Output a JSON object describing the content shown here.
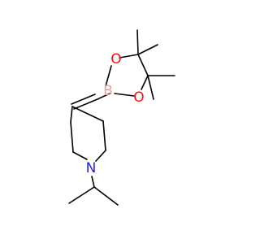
{
  "molecule": {
    "atoms": {
      "boron": "B",
      "oxygen_top": "O",
      "oxygen_bottom": "O",
      "nitrogen": "N"
    },
    "colors": {
      "boron": "#e8a0a0",
      "oxygen": "#ff0d0d",
      "nitrogen": "#2222ee",
      "bond": "#000000"
    }
  }
}
